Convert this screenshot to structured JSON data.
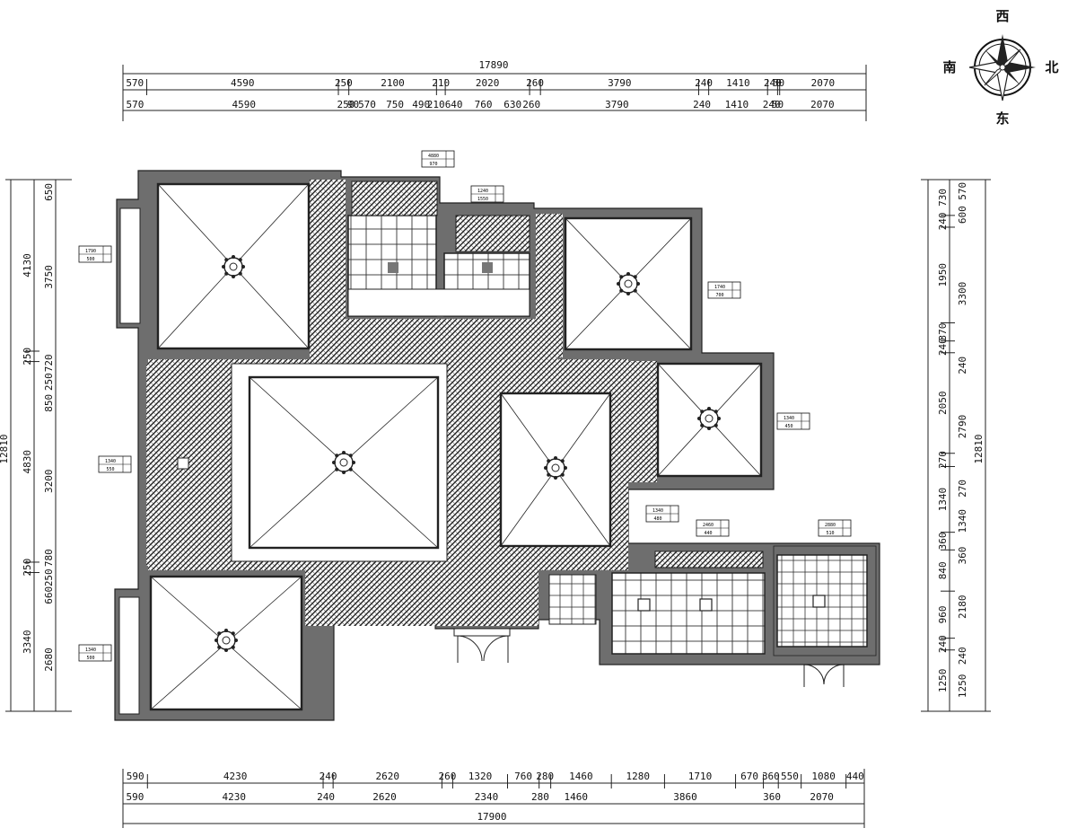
{
  "compass": {
    "top": "西",
    "left": "南",
    "right": "北",
    "bottom": "东"
  },
  "top_dims": {
    "total": "17890",
    "row1": [
      "570",
      "4590",
      "250",
      "2100",
      "210",
      "2020",
      "260",
      "3790",
      "240",
      "1410",
      "240",
      "50",
      "2070"
    ],
    "row2": [
      "570",
      "4590",
      "250",
      "90",
      "570",
      "750",
      "490",
      "210",
      "640",
      "760",
      "630",
      "260",
      "3790",
      "240",
      "1410",
      "240",
      "50",
      "2070"
    ]
  },
  "bottom_dims": {
    "total": "17900",
    "row1": [
      "590",
      "4230",
      "240",
      "2620",
      "260",
      "1320",
      "760",
      "280",
      "1460",
      "1280",
      "1710",
      "670",
      "360",
      "550",
      "1080",
      "440"
    ],
    "row2": [
      "590",
      "4230",
      "240",
      "2620",
      "2340",
      "280",
      "1460",
      "3860",
      "360",
      "2070"
    ]
  },
  "left_dims": {
    "total": "12810",
    "col1": [
      "4130",
      "250",
      "4830",
      "250",
      "3340"
    ],
    "col2": [
      "650",
      "3750",
      "720",
      "250",
      "850",
      "3200",
      "780",
      "250",
      "660",
      "2680"
    ]
  },
  "right_dims": {
    "total": "12810",
    "col1": [
      "730",
      "240",
      "1950",
      "370",
      "240",
      "2050",
      "270",
      "1340",
      "360",
      "840",
      "960",
      "240",
      "1250"
    ],
    "col2": [
      "570",
      "600",
      "3300",
      "240",
      "2790",
      "270",
      "1340",
      "360",
      "2180",
      "240",
      "1250"
    ]
  },
  "tags": [
    [
      "4880",
      "970"
    ],
    [
      "1240",
      "1550"
    ],
    [
      "1790",
      "500"
    ],
    [
      "1740",
      "700"
    ],
    [
      "1340",
      "550"
    ],
    [
      "1340",
      "450"
    ],
    [
      "1340",
      "480"
    ],
    [
      "1340",
      "500"
    ],
    [
      "2460",
      "440"
    ],
    [
      "2880",
      "510"
    ]
  ]
}
